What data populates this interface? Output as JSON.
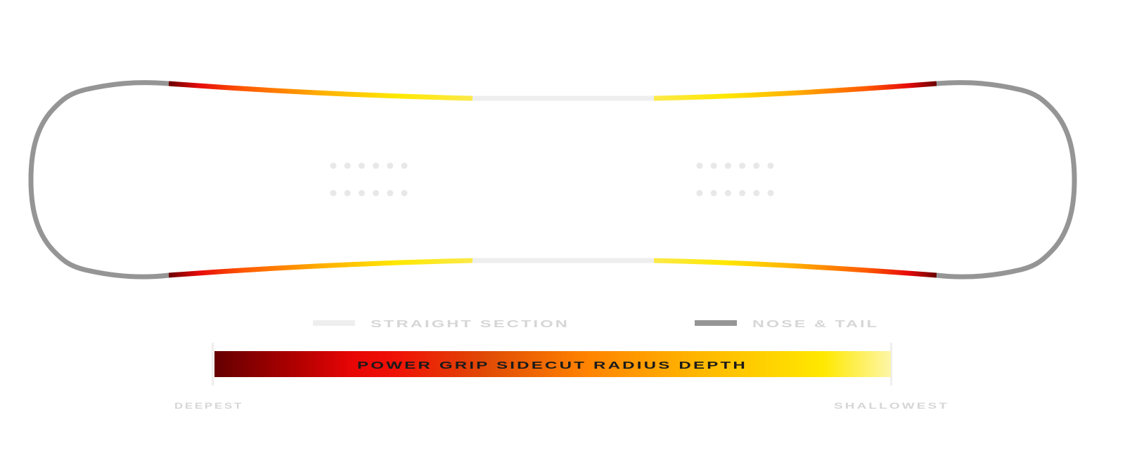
{
  "legend": {
    "straight_section": "STRAIGHT SECTION",
    "nose_tail": "NOSE & TAIL"
  },
  "scale": {
    "title": "POWER GRIP SIDECUT RADIUS DEPTH",
    "min_label": "DEEPEST",
    "max_label": "SHALLOWEST"
  },
  "colors": {
    "nose_tail": "#959595",
    "straight": "#eeeeee",
    "deepest": "#6b0000",
    "red": "#e60a0a",
    "orange": "#ff8a00",
    "yellow": "#ffe800",
    "shallowest": "#fdf6a0",
    "inserts": "#e8e8e8",
    "label_gray": "#d6d6d6"
  }
}
